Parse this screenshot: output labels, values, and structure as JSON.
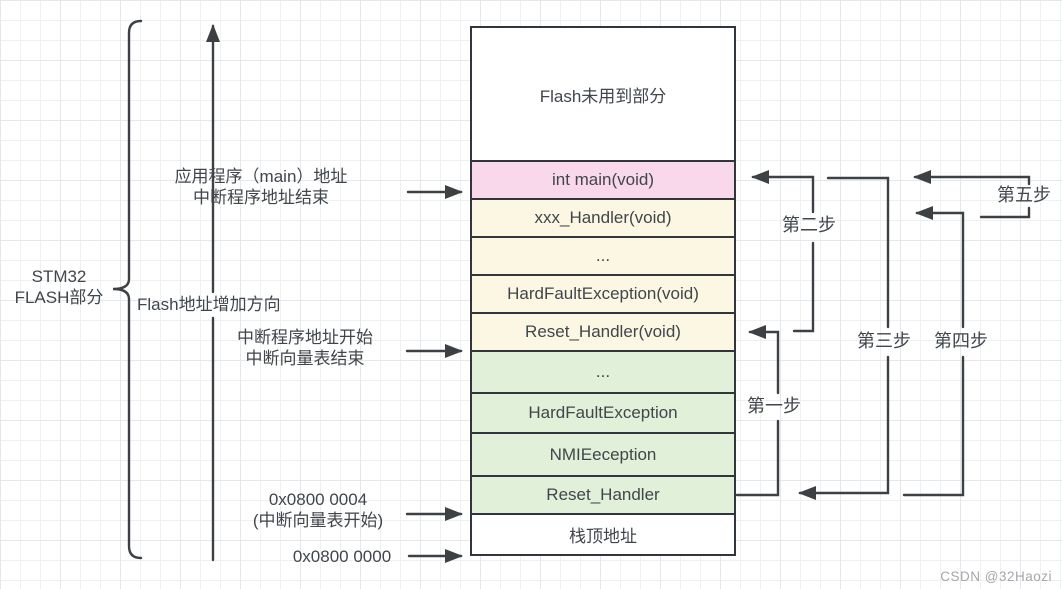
{
  "colors": {
    "white": "#ffffff",
    "pink": "#f8d8ea",
    "cream": "#fbf7e3",
    "green": "#e1f0d8",
    "border": "#30363c",
    "line": "#3e4144",
    "text": "#41464c",
    "watermark": "#a3a7ab",
    "grid": "#eef0f2",
    "grid_major": "#e5e7ea"
  },
  "brace_label": {
    "line1": "STM32",
    "line2": "FLASH部分"
  },
  "axis_label": "Flash地址增加方向",
  "annotations": {
    "main_addr": {
      "line1": "应用程序（main）地址",
      "line2": "中断程序地址结束"
    },
    "isr_start": {
      "line1": "中断程序地址开始",
      "line2": "中断向量表结束"
    },
    "vector_start": {
      "line1": "0x0800 0004",
      "line2": "(中断向量表开始)"
    },
    "flash_base": {
      "line1": "0x0800 0000"
    }
  },
  "memory": {
    "rows": [
      {
        "label": "Flash未用到部分",
        "fill": "white"
      },
      {
        "label": "int main(void)",
        "fill": "pink"
      },
      {
        "label": "xxx_Handler(void)",
        "fill": "cream"
      },
      {
        "label": "...",
        "fill": "cream"
      },
      {
        "label": "HardFaultException(void)",
        "fill": "cream"
      },
      {
        "label": "Reset_Handler(void)",
        "fill": "cream"
      },
      {
        "label": "...",
        "fill": "green"
      },
      {
        "label": "HardFaultException",
        "fill": "green"
      },
      {
        "label": "NMIEeception",
        "fill": "green"
      },
      {
        "label": "Reset_Handler",
        "fill": "green"
      },
      {
        "label": "栈顶地址",
        "fill": "white"
      }
    ]
  },
  "steps": {
    "step1": "第一步",
    "step2": "第二步",
    "step3": "第三步",
    "step4": "第四步",
    "step5": "第五步"
  },
  "watermark": "CSDN @32Haozi"
}
